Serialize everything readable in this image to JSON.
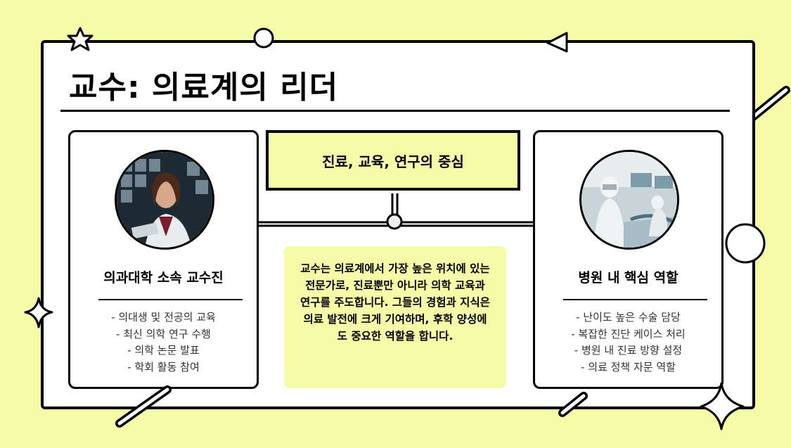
{
  "slide": {
    "title": "교수: 의료계의 리더",
    "center_heading": "진료, 교육, 연구의 중심",
    "description": "교수는 의료계에서 가장 높은 위치에 있는 전문가로, 진료뿐만 아니라 의학 교육과 연구를 주도합니다. 그들의 경험과 지식은 의료 발전에 크게 기여하며, 후학 양성에도 중요한 역할을 합니다.",
    "left_card": {
      "heading": "의과대학 소속 교수진",
      "items": [
        "- 의대생 및 전공의 교육",
        "- 최신 의학 연구 수행",
        "- 의학 논문 발표",
        "- 학회 활동 참여"
      ]
    },
    "right_card": {
      "heading": "병원 내 핵심 역할",
      "items": [
        "- 난이도 높은 수술 담당",
        "- 복잡한 진단 케이스 처리",
        "- 병원 내 진료 방향 설정",
        "- 의료 정책 자문 역할"
      ]
    }
  },
  "colors": {
    "background": "#f6fba8",
    "accent": "#f6fba8",
    "ink": "#000000"
  }
}
